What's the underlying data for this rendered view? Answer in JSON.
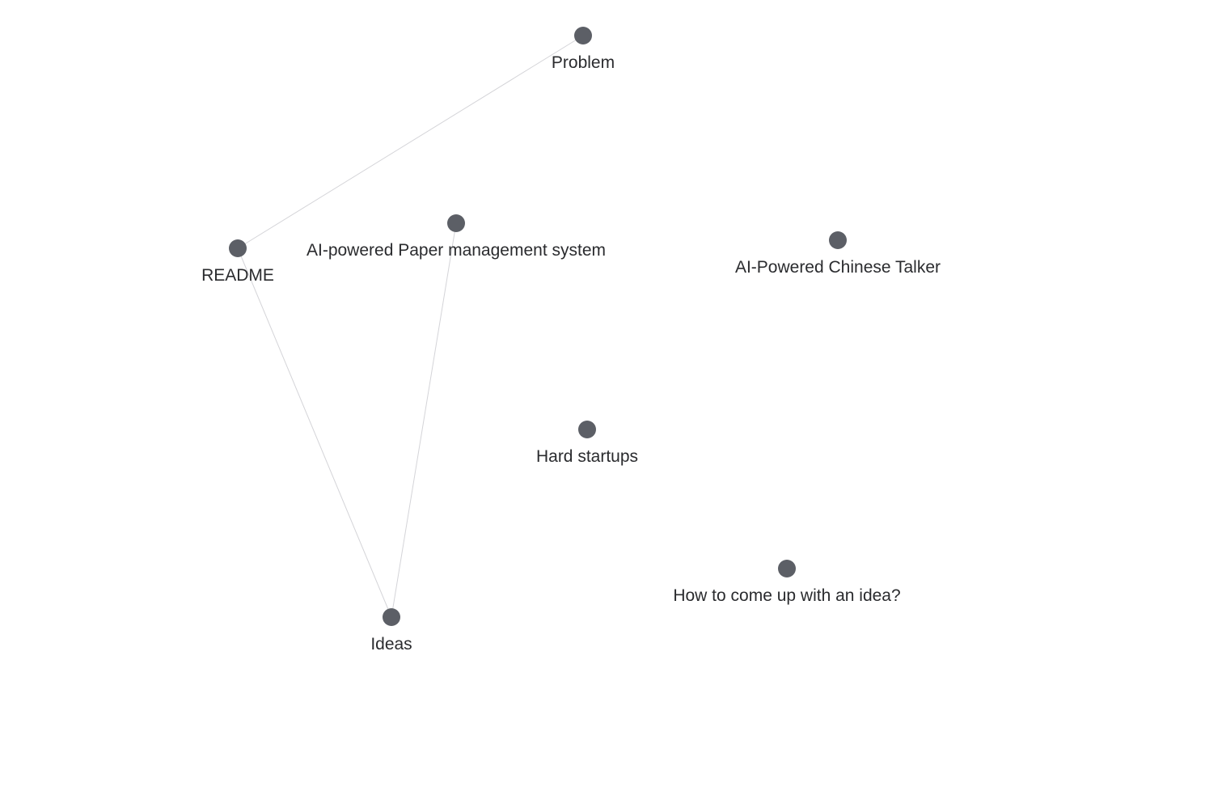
{
  "graph": {
    "node_color": "#5c5f66",
    "edge_color": "#d4d4d8",
    "label_color": "#2a2b2e",
    "background": "#ffffff",
    "nodes": [
      {
        "id": "problem",
        "label": "Problem"
      },
      {
        "id": "readme",
        "label": "README"
      },
      {
        "id": "paper",
        "label": "AI-powered Paper management system"
      },
      {
        "id": "chinese",
        "label": "AI-Powered Chinese Talker"
      },
      {
        "id": "hard",
        "label": "Hard startups"
      },
      {
        "id": "howto",
        "label": "How to come up with an idea?"
      },
      {
        "id": "ideas",
        "label": "Ideas"
      }
    ],
    "edges": [
      {
        "source": "problem",
        "target": "readme"
      },
      {
        "source": "readme",
        "target": "ideas"
      },
      {
        "source": "paper",
        "target": "ideas"
      }
    ]
  }
}
